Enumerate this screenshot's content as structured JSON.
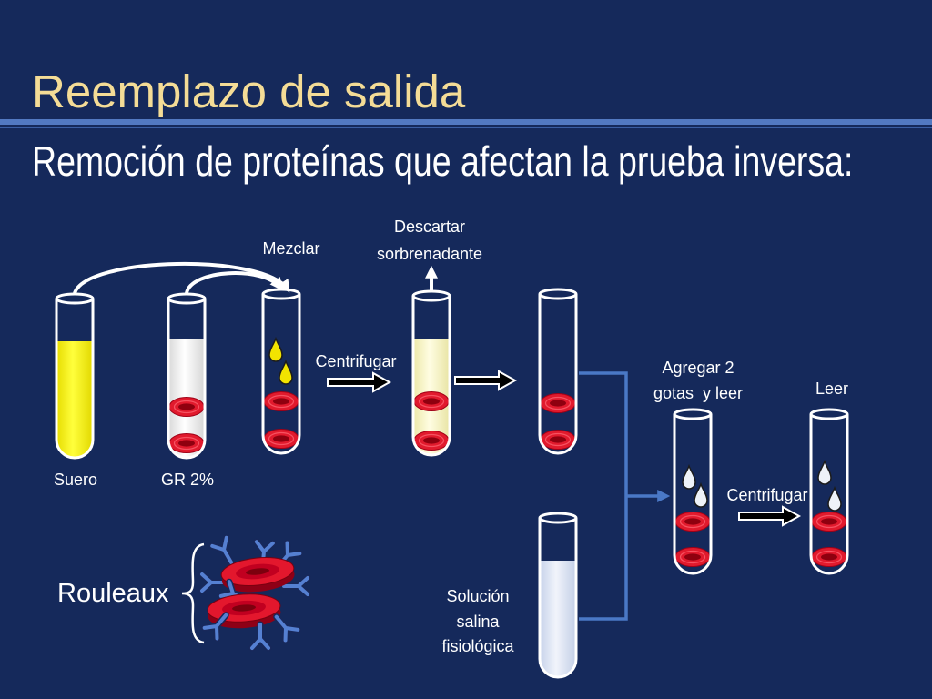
{
  "slide": {
    "title": "Reemplazo de salida",
    "subtitle": "Remoción de proteínas que afectan la prueba inversa:"
  },
  "diagram": {
    "mix_label": "Mezclar",
    "discard_label": [
      "Descartar",
      "sorbrenadante"
    ],
    "centrifuge_label_1": "Centrifugar",
    "add_drops_label": [
      "Agregar 2",
      "gotas  y leer"
    ],
    "read_label": "Leer",
    "centrifuge_label_2": "Centrifugar",
    "serum_label": "Suero",
    "red_cells_label": "GR 2%",
    "saline_label": [
      "Solución",
      "salina",
      "fisiológica"
    ],
    "rouleaux_label": "Rouleaux"
  },
  "colors": {
    "background": "#15295b",
    "title": "#f4dc96",
    "text": "#ffffff",
    "divider": "#5279c2",
    "connector": "#4a78c6",
    "serum": "#fff200",
    "red_cell": "#e11a2d",
    "antibody": "#5580d2"
  }
}
